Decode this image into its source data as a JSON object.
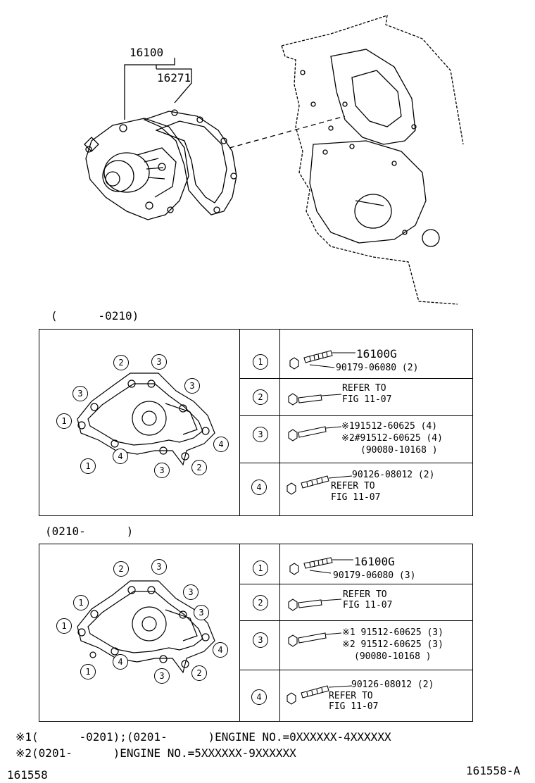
{
  "top": {
    "part_16100": "16100",
    "part_16271": "16271"
  },
  "sections": [
    {
      "range": "(      -0210)",
      "rows": [
        {
          "num": "1",
          "lines": [
            "16100G",
            "90179-06080 (2)"
          ]
        },
        {
          "num": "2",
          "lines": [
            "REFER TO",
            "FIG 11-07"
          ]
        },
        {
          "num": "3",
          "lines": [
            "※191512-60625 (4)",
            "※2#91512-60625 (4)",
            "(90080-10168 )"
          ]
        },
        {
          "num": "4",
          "lines": [
            "90126-08012 (2)",
            "REFER TO",
            "FIG 11-07"
          ]
        }
      ],
      "callouts": [
        "2",
        "3",
        "3",
        "3",
        "1",
        "4",
        "1",
        "4",
        "3",
        "2"
      ]
    },
    {
      "range": "(0210-      )",
      "rows": [
        {
          "num": "1",
          "lines": [
            "16100G",
            "90179-06080 (3)"
          ]
        },
        {
          "num": "2",
          "lines": [
            "REFER TO",
            "FIG 11-07"
          ]
        },
        {
          "num": "3",
          "lines": [
            "※1 91512-60625 (3)",
            "※2 91512-60625 (3)",
            "(90080-10168 )"
          ]
        },
        {
          "num": "4",
          "lines": [
            "90126-08012 (2)",
            "REFER TO",
            "FIG 11-07"
          ]
        }
      ],
      "callouts": [
        "2",
        "3",
        "3",
        "1",
        "3",
        "1",
        "4",
        "1",
        "4",
        "3",
        "2"
      ]
    }
  ],
  "notes": [
    "※1(      -0201);(0201-      )ENGINE NO.=0XXXXXX-4XXXXXX",
    "※2(0201-      )ENGINE NO.=5XXXXXX-9XXXXXX"
  ],
  "footer": {
    "left_code": "161558",
    "right_code": "161558-A"
  }
}
